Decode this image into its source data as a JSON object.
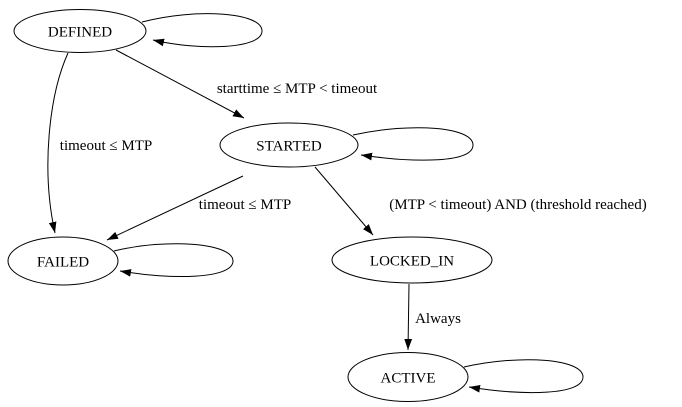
{
  "diagram": {
    "title": "state-transition-diagram",
    "background_color": "#ffffff",
    "line_color": "#000000",
    "text_color": "#000000",
    "nodes": [
      {
        "id": "DEFINED",
        "label": "DEFINED",
        "shape": "ellipse",
        "self_loop": true
      },
      {
        "id": "STARTED",
        "label": "STARTED",
        "shape": "ellipse",
        "self_loop": true
      },
      {
        "id": "FAILED",
        "label": "FAILED",
        "shape": "ellipse",
        "self_loop": true
      },
      {
        "id": "LOCKED_IN",
        "label": "LOCKED_IN",
        "shape": "ellipse",
        "self_loop": false
      },
      {
        "id": "ACTIVE",
        "label": "ACTIVE",
        "shape": "ellipse",
        "self_loop": true
      }
    ],
    "edges": [
      {
        "from": "DEFINED",
        "to": "STARTED",
        "label": "starttime ≤ MTP < timeout"
      },
      {
        "from": "DEFINED",
        "to": "FAILED",
        "label": "timeout ≤ MTP"
      },
      {
        "from": "STARTED",
        "to": "FAILED",
        "label": "timeout ≤ MTP"
      },
      {
        "from": "STARTED",
        "to": "LOCKED_IN",
        "label": "(MTP < timeout) AND (threshold reached)"
      },
      {
        "from": "LOCKED_IN",
        "to": "ACTIVE",
        "label": "Always"
      }
    ]
  }
}
